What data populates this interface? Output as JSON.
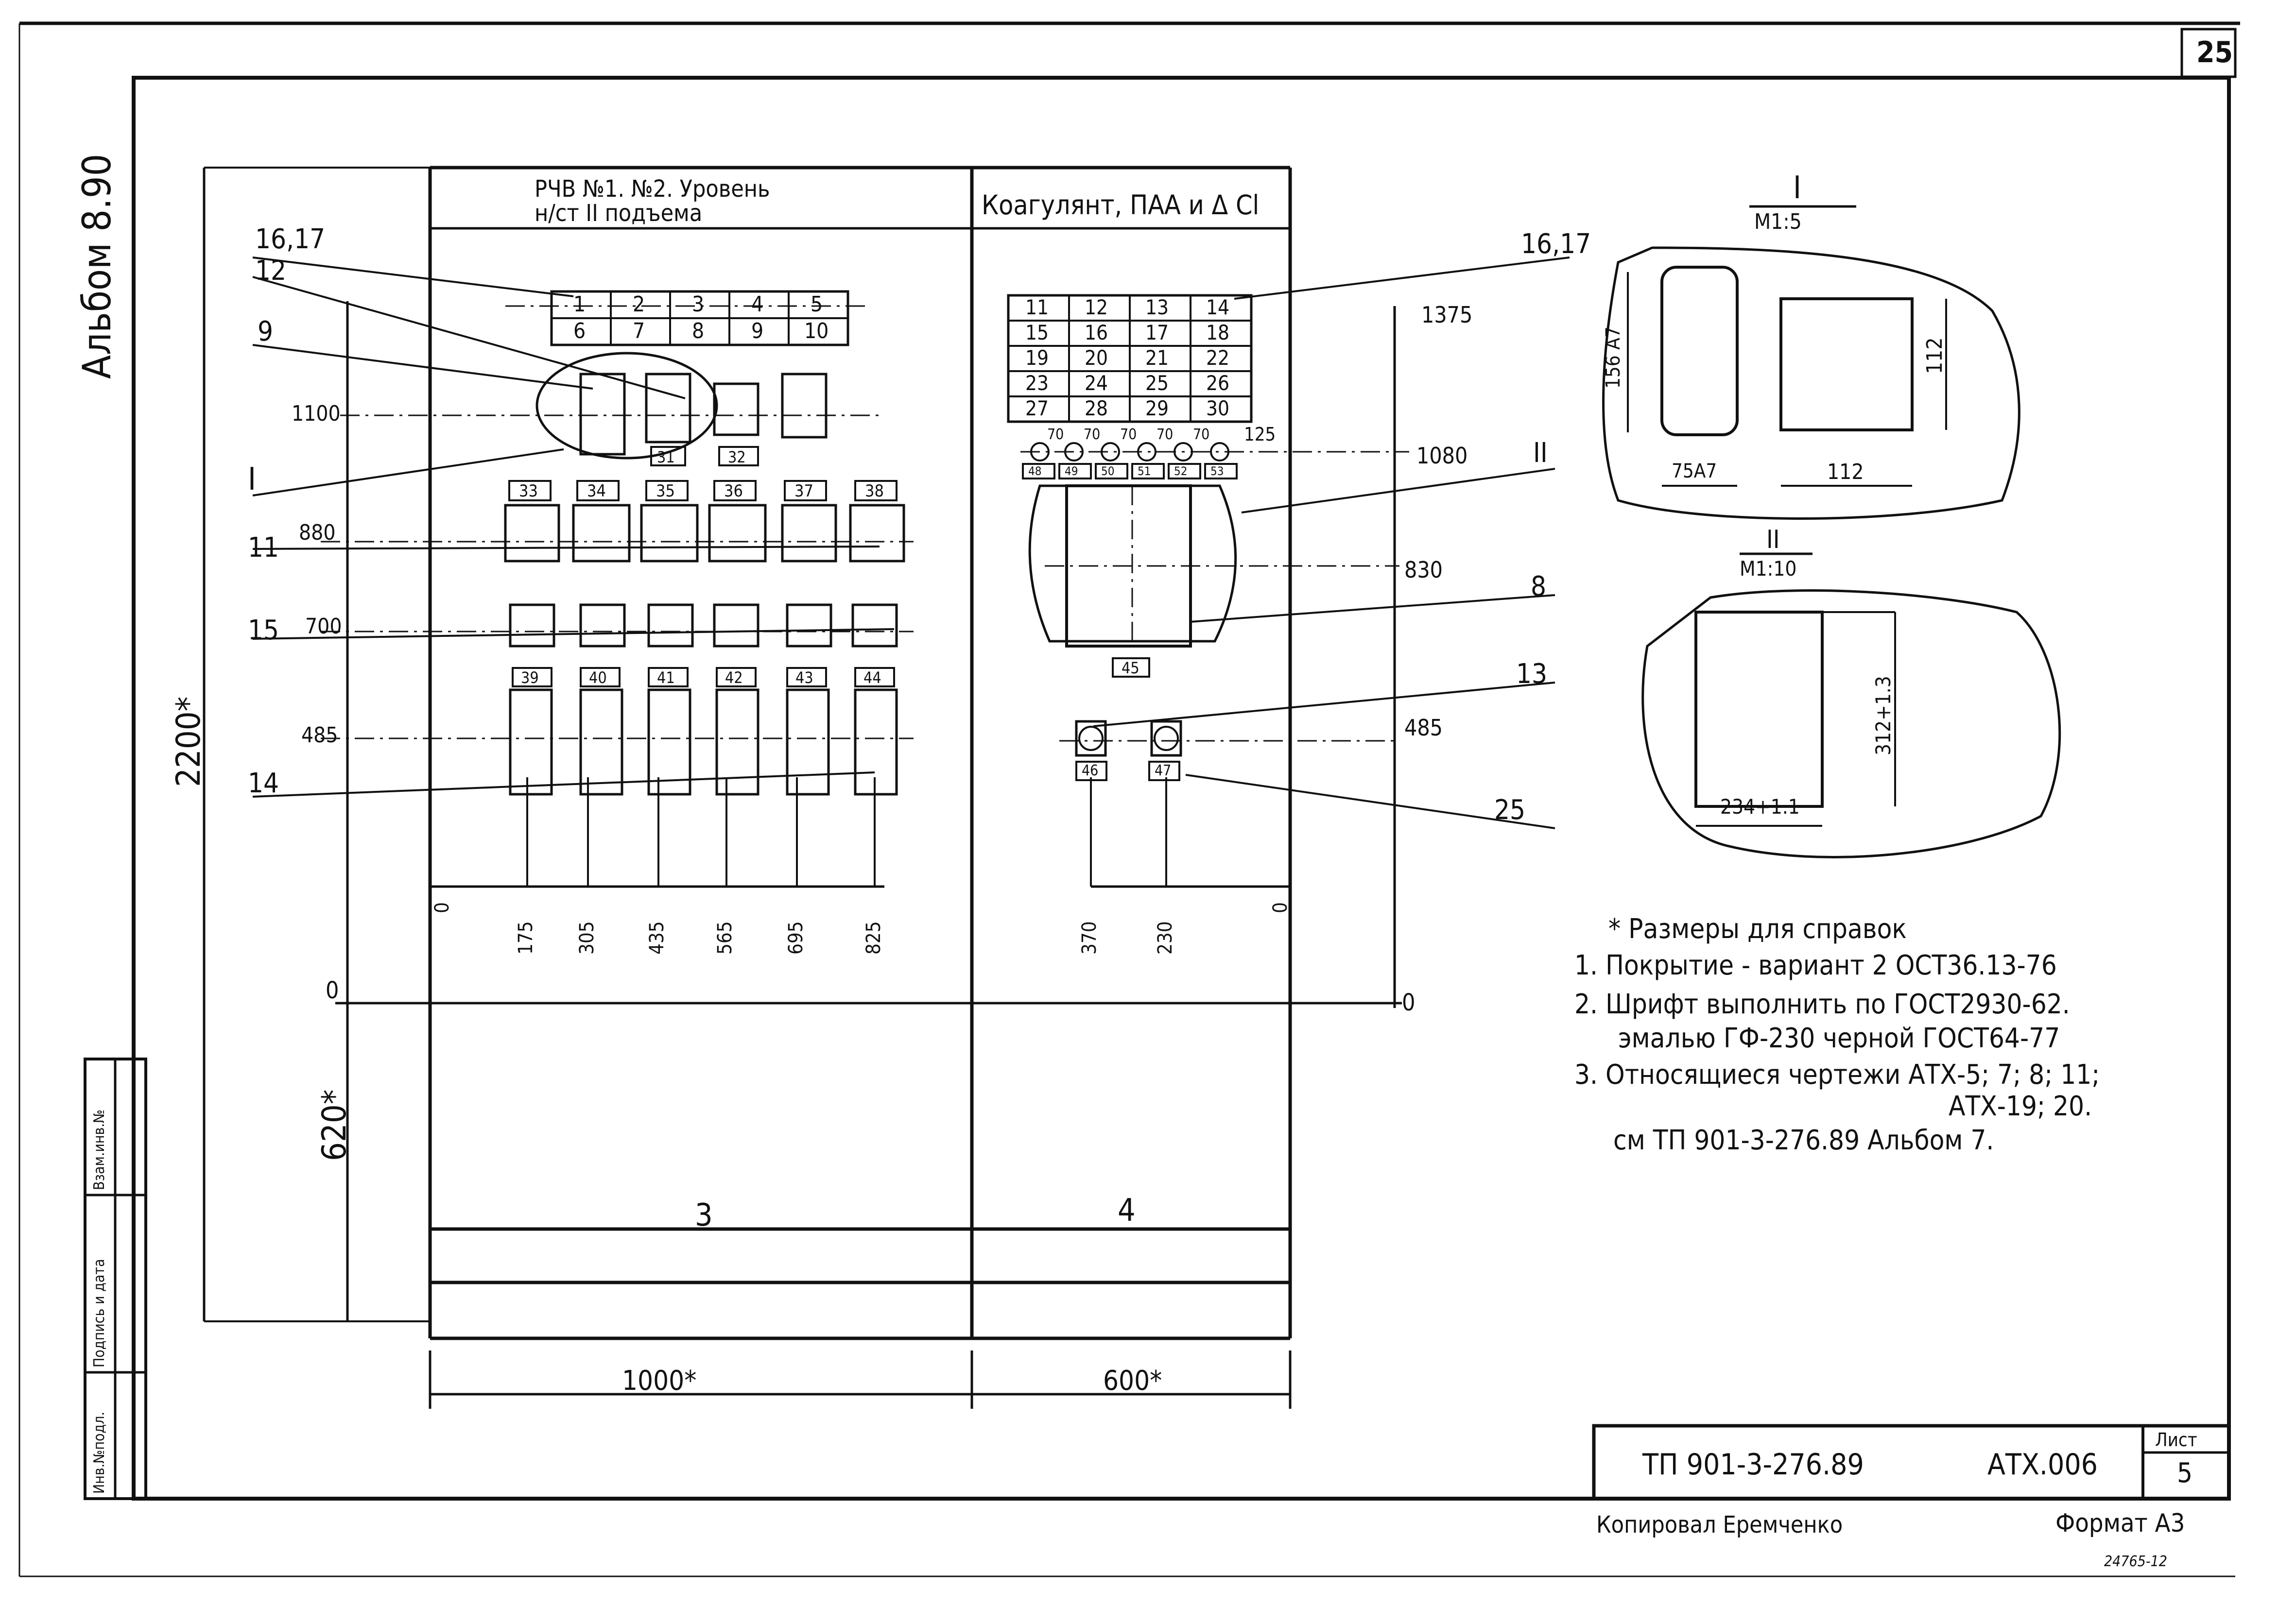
{
  "sheet": {
    "page_number": "25",
    "album_side": "Альбом 8.90",
    "stamp_number": "24765-12",
    "copied_by": "Копировал Еремченко",
    "format": "Формат А3"
  },
  "panel": {
    "section_left_title_1": "РЧВ №1. №2. Уровень",
    "section_left_title_2": "н/ст II подъема",
    "section_right_title": "Коагулянт, ПАА и Δ Cl",
    "top_grid_left": [
      "1",
      "2",
      "3",
      "4",
      "5",
      "6",
      "7",
      "8",
      "9",
      "10"
    ],
    "top_grid_right": [
      "11",
      "12",
      "13",
      "14",
      "15",
      "16",
      "17",
      "18",
      "19",
      "20",
      "21",
      "22",
      "23",
      "24",
      "25",
      "26",
      "27",
      "28",
      "29",
      "30"
    ],
    "small_hex_labels": [
      "70",
      "70",
      "70",
      "70",
      "70"
    ],
    "small_hex_dim": "125",
    "small_codes": [
      "48",
      "49",
      "50",
      "51",
      "52",
      "53"
    ],
    "tags_row_a": [
      "31",
      "32"
    ],
    "tags_row_b": [
      "33",
      "34",
      "35",
      "36",
      "37",
      "38"
    ],
    "tags_row_c": [
      "39",
      "40",
      "41",
      "42",
      "43",
      "44"
    ],
    "tag_45": "45",
    "tag_46": "46",
    "tag_47": "47",
    "callouts_left": [
      "16,17",
      "12",
      "9",
      "I",
      "11",
      "15",
      "14"
    ],
    "callouts_right": [
      "16,17",
      "II",
      "8",
      "13",
      "25"
    ],
    "level_marks_left": [
      "1100",
      "880",
      "700",
      "485"
    ],
    "level_marks_right": [
      "1375",
      "1080",
      "830",
      "485"
    ],
    "zero_left": "0",
    "zero_right": "0",
    "dim_2200": "2200*",
    "dim_620": "620*",
    "dim_1000": "1000*",
    "dim_600": "600*",
    "bottom_dims_left": [
      "0",
      "175",
      "305",
      "435",
      "565",
      "695",
      "825"
    ],
    "bottom_dims_right": [
      "370",
      "230",
      "0"
    ],
    "panel_num_3": "3",
    "panel_num_4": "4"
  },
  "detail_I": {
    "title": "I",
    "scale": "М1:5",
    "dim_h": "156 А7",
    "dim_w": "75А7",
    "sq_h": "112",
    "sq_w": "112"
  },
  "detail_II": {
    "title": "II",
    "scale": "М1:10",
    "dim_h": "312+1.3",
    "dim_w": "234+1.1"
  },
  "notes": {
    "star_note": "* Размеры для справок",
    "n1": "1. Покрытие - вариант 2 ОСТ36.13-76",
    "n2a": "2. Шрифт выполнить по ГОСТ2930-62.",
    "n2b": "эмалью ГФ-230 черной ГОСТ64-77",
    "n3a": "3. Относящиеся чертежи АТХ-5; 7; 8; 11;",
    "n3b": "АТХ-19; 20.",
    "n3c": "см ТП 901-3-276.89 Альбом 7."
  },
  "stamp_cells": [
    "Инв.№подл.",
    "Подпись и дата",
    "Взам.инв.№"
  ],
  "title_block": {
    "project": "ТП 901-3-276.89",
    "code": "АТХ.006",
    "sheet_label": "Лист",
    "sheet_num": "5"
  }
}
